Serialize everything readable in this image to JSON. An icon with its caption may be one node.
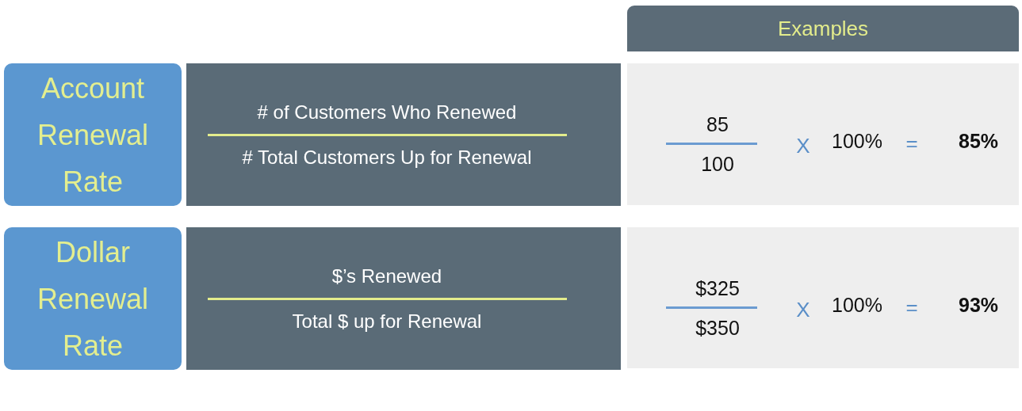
{
  "diagram": {
    "nodes": [
      {
        "text": [
          "Examples"
        ]
      },
      {
        "text": [
          "Account Renewal Rate"
        ]
      },
      {
        "text": [
          "# of Customers Who Renewed",
          "# Total Customers Up for Renewal"
        ]
      },
      {
        "text": [
          "85",
          "100",
          "X",
          "100%",
          "=",
          "85%"
        ]
      },
      {
        "text": [
          "Dollar Renewal Rate"
        ]
      },
      {
        "text": [
          "$’s Renewed",
          "Total $ up for Renewal"
        ]
      },
      {
        "text": [
          "$325",
          "$350",
          "X",
          "100%",
          "=",
          "93%"
        ]
      }
    ],
    "edges": []
  }
}
